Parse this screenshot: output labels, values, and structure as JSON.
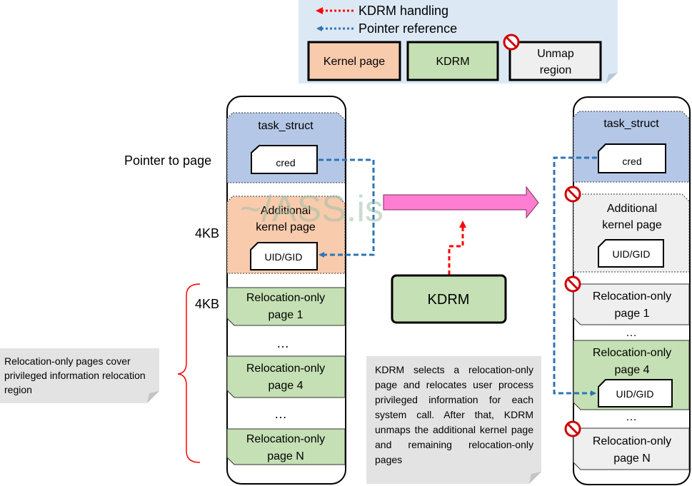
{
  "legend": {
    "kdrm_handling": "KDRM handling",
    "pointer_reference": "Pointer reference",
    "kernel_page": "Kernel page",
    "kdrm": "KDRM",
    "unmap_region_line1": "Unmap",
    "unmap_region_line2": "region"
  },
  "left_column": {
    "task_struct": "task_struct",
    "cred": "cred",
    "additional_line1": "Additional",
    "additional_line2": "kernel page",
    "uid_gid": "UID/GID",
    "reloc1_line1": "Relocation-only",
    "reloc1_line2": "page 1",
    "reloc4_line1": "Relocation-only",
    "reloc4_line2": "page 4",
    "relocN_line1": "Relocation-only",
    "relocN_line2": "page N",
    "ellipsis": "…"
  },
  "side_labels": {
    "pointer_to_page": "Pointer to page",
    "size_additional": "4KB",
    "size_reloc": "4KB"
  },
  "center": {
    "kdrm_box": "KDRM",
    "watermark": "~/ASS.is"
  },
  "right_column": {
    "task_struct": "task_struct",
    "cred": "cred",
    "additional_line1": "Additional",
    "additional_line2": "kernel page",
    "uid_gid_old": "UID/GID",
    "reloc1_line1": "Relocation-only",
    "reloc1_line2": "page 1",
    "reloc4_line1": "Relocation-only",
    "reloc4_line2": "page 4",
    "uid_gid_new": "UID/GID",
    "relocN_line1": "Relocation-only",
    "relocN_line2": "page N",
    "ellipsis": "…"
  },
  "notes": {
    "left": "Relocation-only pages cover privileged information relocation region",
    "right": "KDRM selects a relocation-only page and relocates user process privileged information for each system call. After that, KDRM unmaps the additional kernel page and remaining relocation-only pages"
  },
  "colors": {
    "kernel_page": "#f8cbad",
    "kdrm": "#c5e0b4",
    "unmap": "#efefef",
    "task_struct": "#b4c7e7",
    "pointer_arrow": "#2e75b6",
    "kdrm_arrow": "#ff0000",
    "big_arrow": "#ff7ed1",
    "legend_bg": "#dce9f5",
    "note_bg": "#e3e3e3"
  }
}
